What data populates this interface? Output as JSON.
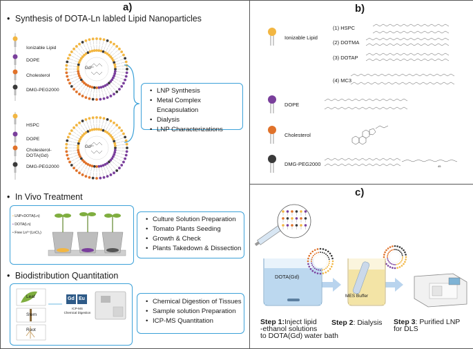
{
  "panel_a": {
    "label": "a)",
    "section1": {
      "bullet": "•",
      "title": "Synthesis of DOTA-Ln labled Lipid Nanoparticles"
    },
    "np1_legend": [
      "Ionizable Lipid",
      "DOPE",
      "Cholesterol",
      "DMG-PEG2000"
    ],
    "np2_legend": [
      "HSPC",
      "DOPE",
      "Cholesterol-\nDOTA(Gd)",
      "DMG-PEG2000"
    ],
    "np1_center": "Gd³⁺",
    "np2_center": "Gd³⁺",
    "box1_items": [
      "LNP Synthesis",
      "Metal Complex Encapsulation",
      "Dialysis",
      "LNP Characterizations"
    ],
    "section2": {
      "bullet": "•",
      "title": "In Vivo Treatment"
    },
    "treat_legend": [
      "LNP+DOTA(Ln)",
      "DOTA(Ln)",
      "Free Ln³⁺(LnCl₃)"
    ],
    "box2_items": [
      "Culture Solution Preparation",
      "Tomato Plants Seeding",
      "Growth & Check",
      "Plants Takedown & Dissection"
    ],
    "section3": {
      "bullet": "•",
      "title": "Biodistribution Quantitation"
    },
    "tissues": [
      "Leaf",
      "Stem",
      "Root"
    ],
    "element_tiles": [
      "Gd",
      "Eu"
    ],
    "icpms_caption": [
      "ICP-MS",
      "Chemical Digestion"
    ],
    "box3_items": [
      "Chemical Digestion of Tissues",
      "Sample solution Preparation",
      "ICP-MS Quantitation"
    ]
  },
  "panel_b": {
    "label": "b)",
    "ionizable_label": "Ionizable Lipid",
    "ionizable_options": [
      "(1) HSPC",
      "(2) DOTMA",
      "(3) DOTAP",
      "(4) MC3"
    ],
    "dope_label": "DOPE",
    "chol_label": "Cholesterol",
    "peg_label": "DMG-PEG2000",
    "peg_subscript": "45"
  },
  "panel_c": {
    "label": "c)",
    "beaker1_label": "DOTA(Gd)",
    "beaker2_label": "MES Buffer",
    "step1": {
      "bold": "Step 1:",
      "text": "Inject lipid\n-ethanol solutions\nto DOTA(Gd) water bath"
    },
    "step2": {
      "bold": "Step 2",
      "text": ": Dialysis"
    },
    "step3": {
      "bold": "Step 3",
      "text": ": Purified LNP\nfor DLS"
    }
  },
  "colors": {
    "ionizable": "#f2b642",
    "dope": "#7a3f9c",
    "cholesterol": "#e0722a",
    "peg": "#3a3a3a",
    "box_border": "#3aa0d8",
    "arrow": "#b9d4ee"
  }
}
